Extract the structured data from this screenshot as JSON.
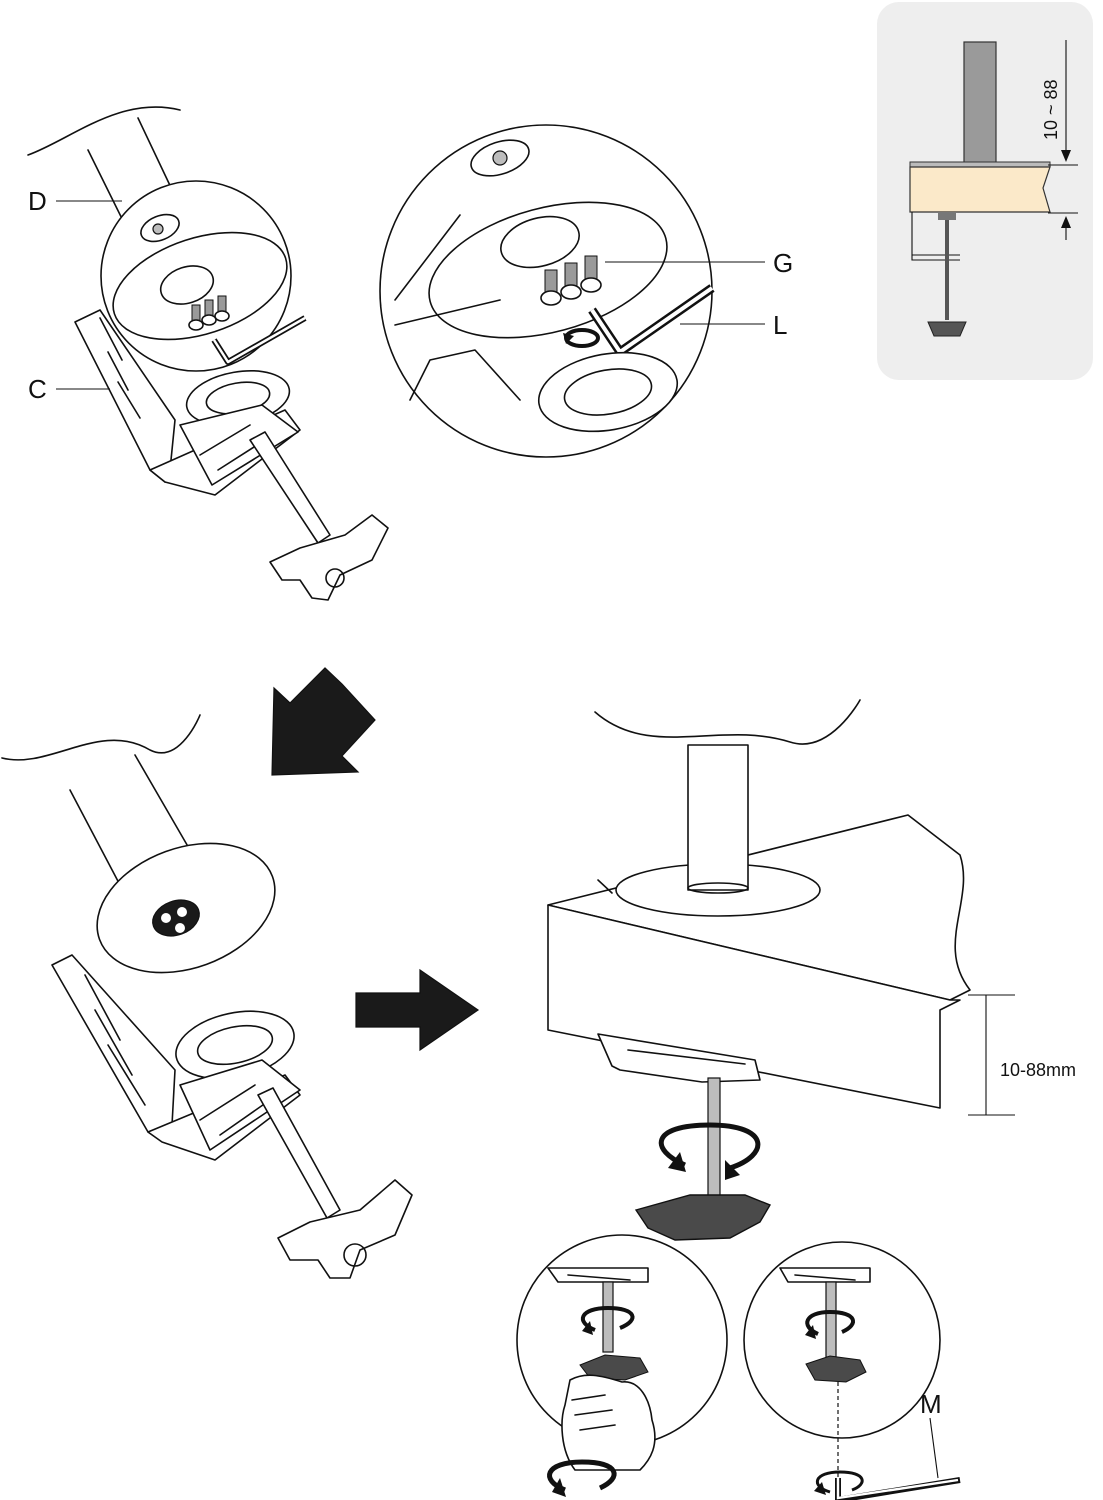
{
  "labels": {
    "D": "D",
    "C": "C",
    "G": "G",
    "L": "L",
    "M": "M"
  },
  "dimensions": {
    "inset_range": "10 ~ 88",
    "desk_thickness": "10-88mm"
  },
  "colors": {
    "inset_bg": "#eeeeee",
    "desk_wood": "#fbe9c9",
    "pole_gray": "#9a9a9a",
    "knob_dark": "#4a4a4a",
    "line": "#111111"
  },
  "icons": {
    "direction_arrow_down_left": "arrow-down-left-icon",
    "direction_arrow_right": "arrow-right-icon",
    "rotation": "rotate-icon"
  }
}
